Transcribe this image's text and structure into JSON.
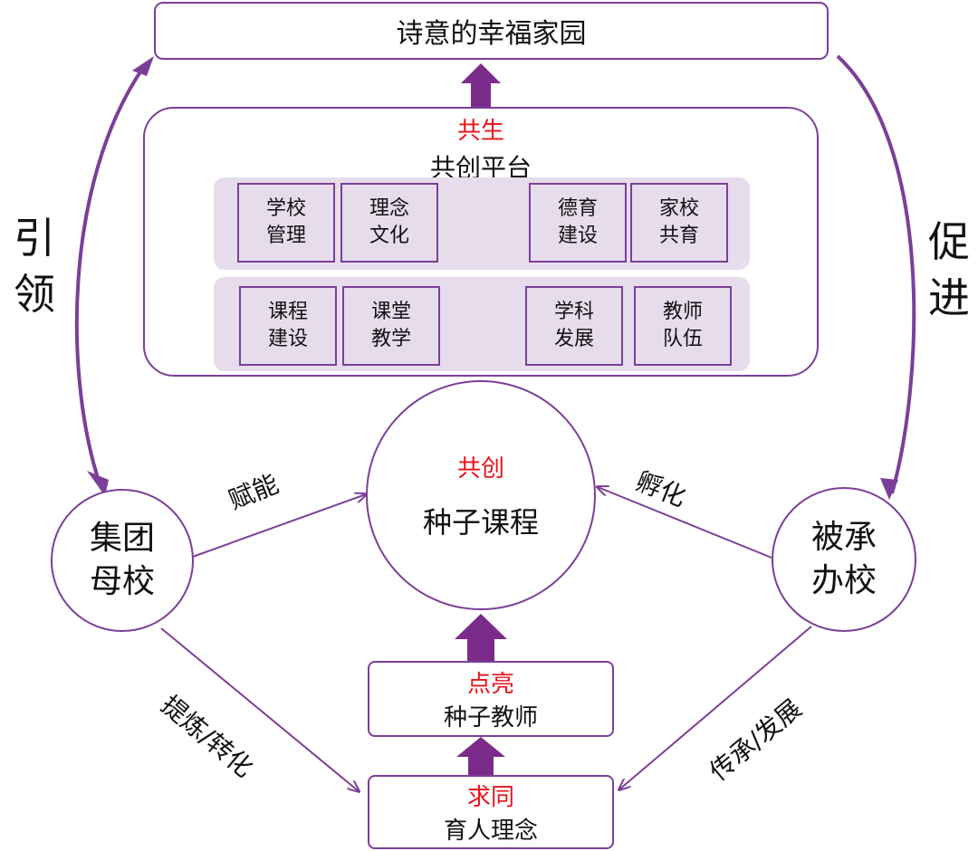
{
  "top": {
    "title": "诗意的幸福家园"
  },
  "platform": {
    "tag": "共生",
    "title": "共创平台",
    "row1": [
      [
        "学校",
        "管理"
      ],
      [
        "理念",
        "文化"
      ],
      [
        "德育",
        "建设"
      ],
      [
        "家校",
        "共育"
      ]
    ],
    "row2": [
      [
        "课程",
        "建设"
      ],
      [
        "课堂",
        "教学"
      ],
      [
        "学科",
        "发展"
      ],
      [
        "教师",
        "队伍"
      ]
    ]
  },
  "center": {
    "tag": "共创",
    "title": "种子课程"
  },
  "left_circle": {
    "line1": "集团",
    "line2": "母校"
  },
  "right_circle": {
    "line1": "被承",
    "line2": "办校"
  },
  "teacher_box": {
    "tag": "点亮",
    "title": "种子教师"
  },
  "idea_box": {
    "tag": "求同",
    "title": "育人理念"
  },
  "side_left": {
    "c1": "引",
    "c2": "领"
  },
  "side_right": {
    "c1": "促",
    "c2": "进"
  },
  "edges": {
    "empower": "赋能",
    "incubate": "孵化",
    "refine": "提炼/转化",
    "inherit": "传承/发展"
  },
  "colors": {
    "accent": "#7b3f98",
    "highlight": "#e8111a",
    "cell_fill": "#e7dcec"
  }
}
